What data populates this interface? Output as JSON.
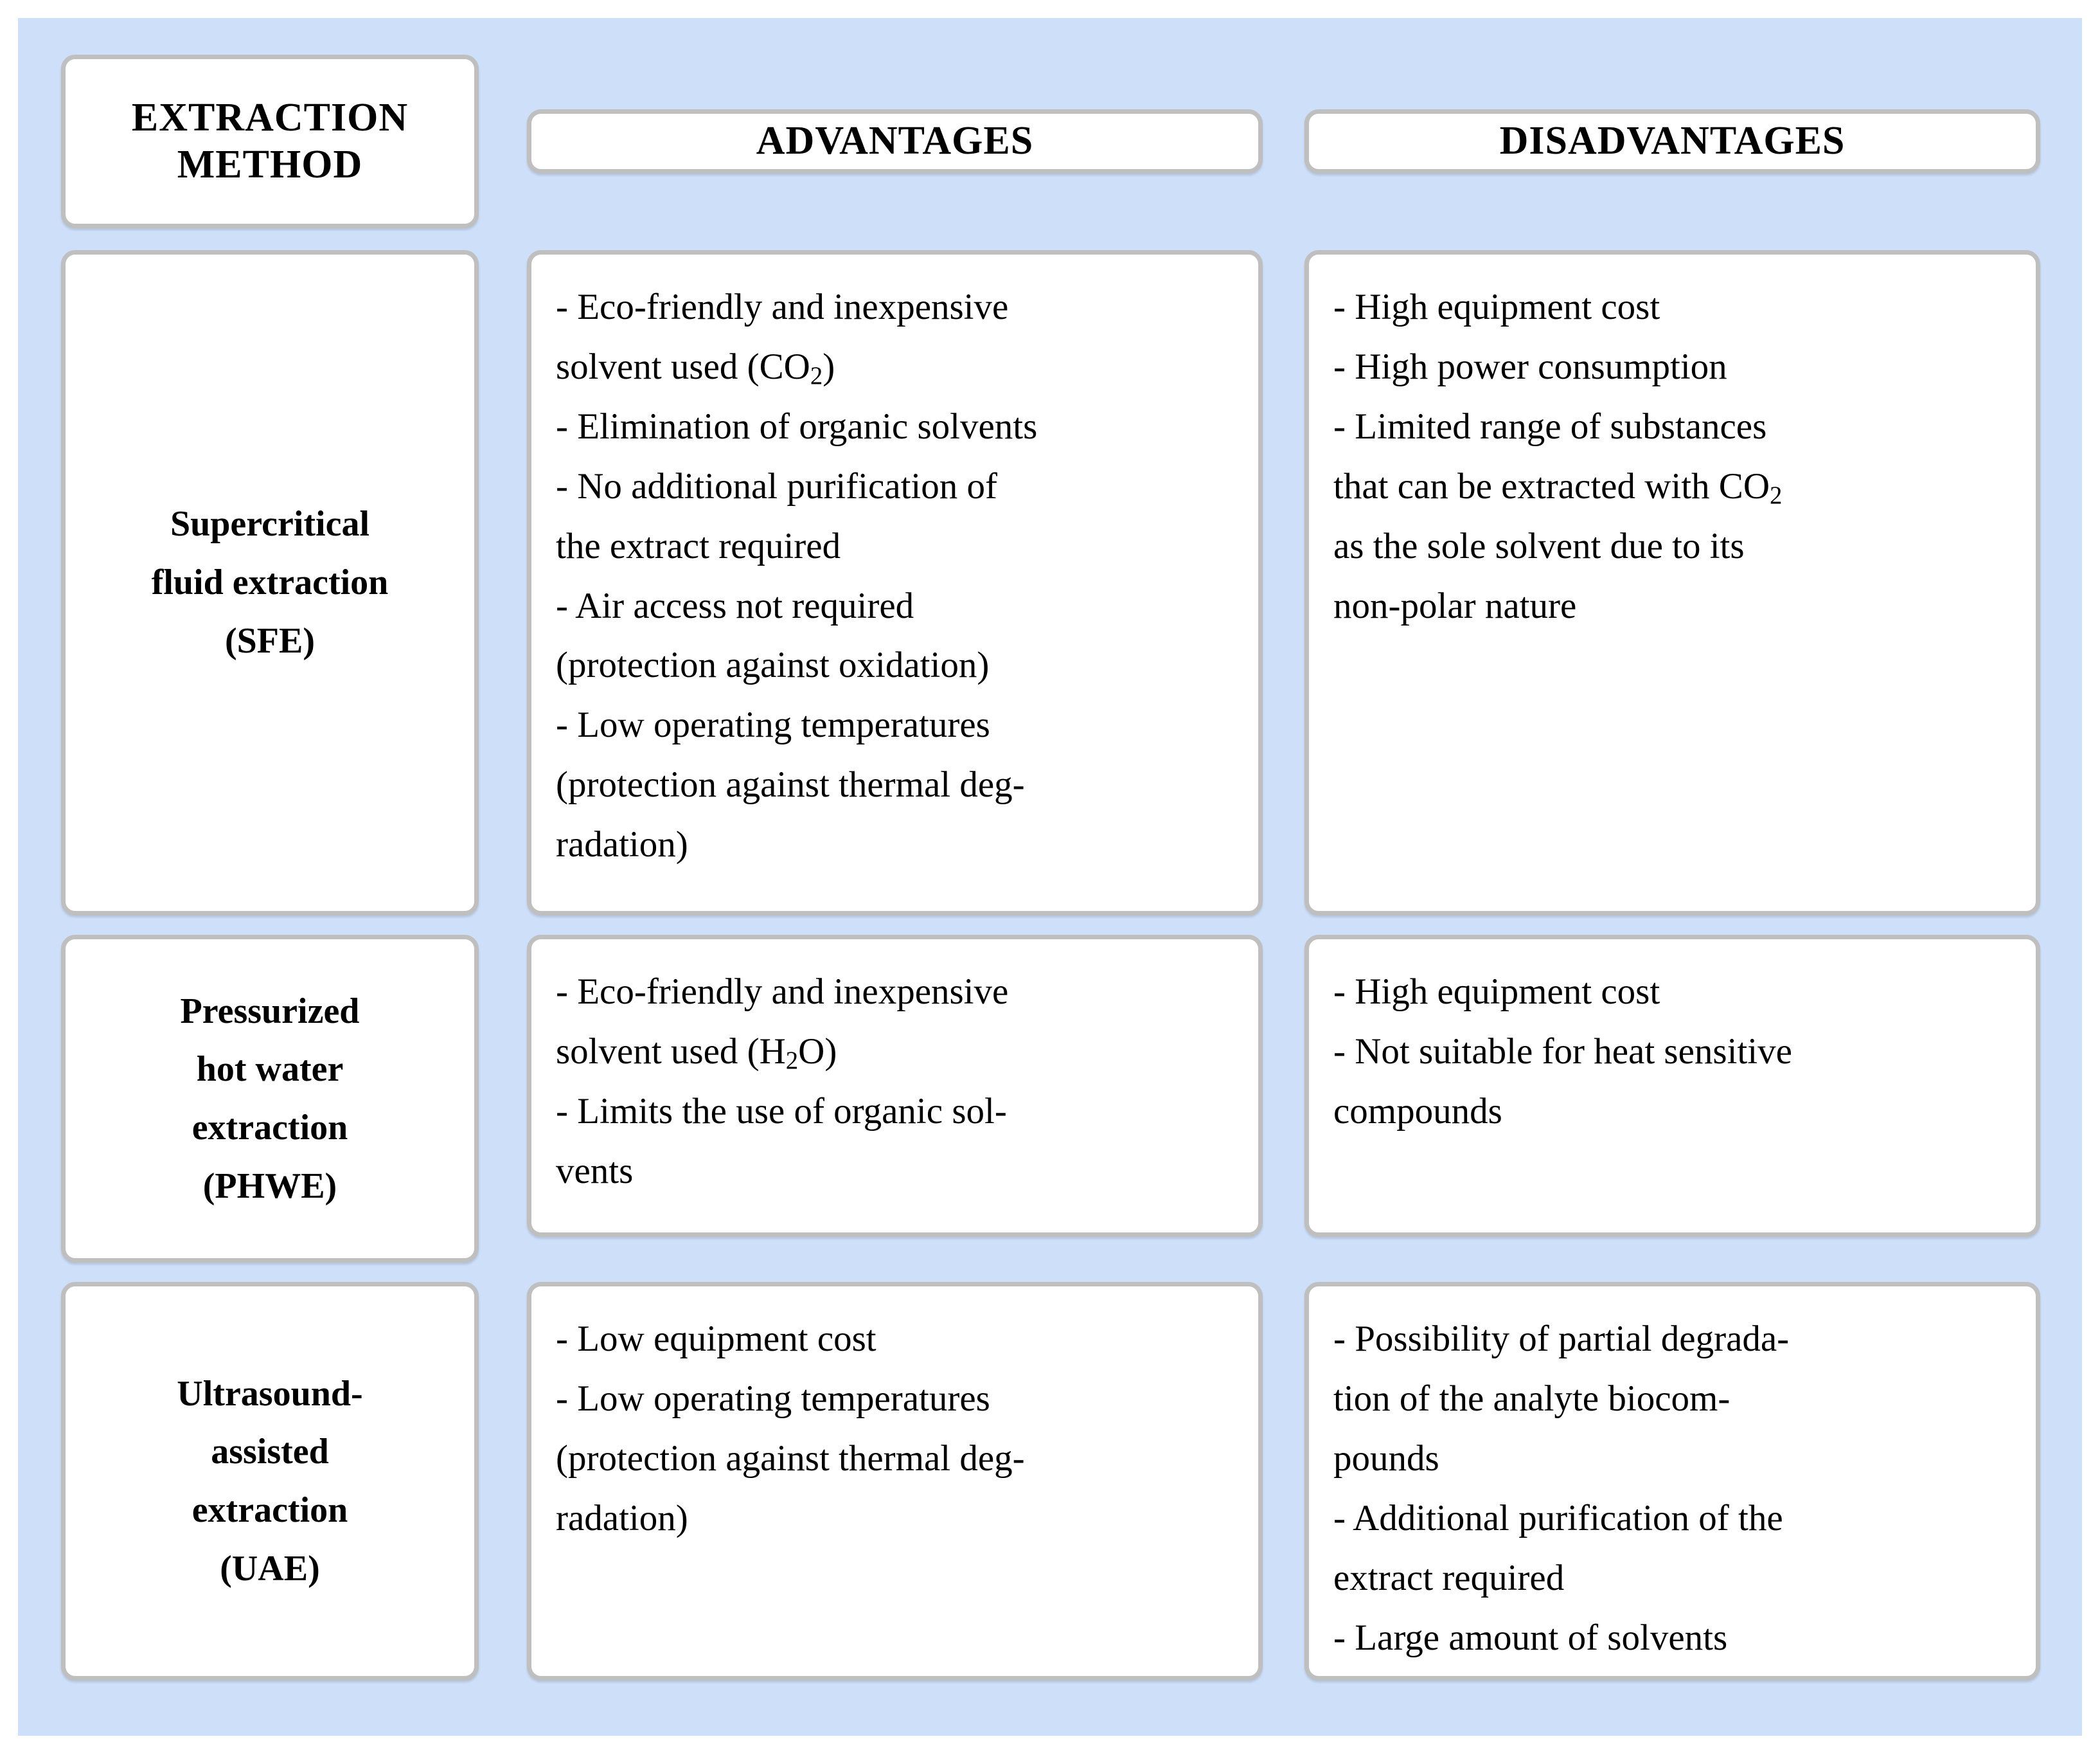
{
  "theme": {
    "panel_background": "#cddff9",
    "card_background": "#ffffff",
    "card_border": "#bfbfbf",
    "text_color": "#000000"
  },
  "table": {
    "headers": {
      "method": "EXTRACTION\nMETHOD",
      "advantages": "ADVANTAGES",
      "disadvantages": "DISADVANTAGES"
    },
    "rows": [
      {
        "method": "Supercritical\nfluid extraction\n(SFE)",
        "advantages_lines": [
          "- Eco-friendly and inexpensive",
          "solvent used (CO₂)",
          "- Elimination of organic solvents",
          "- No additional purification of",
          "the extract required",
          "- Air access not required",
          "(protection against oxidation)",
          "- Low operating temperatures",
          "(protection against thermal deg-",
          "radation)"
        ],
        "disadvantages_lines": [
          "- High equipment cost",
          "- High power consumption",
          "- Limited range of substances",
          "that can be extracted with CO₂",
          "as the sole solvent due to its",
          "non-polar nature"
        ]
      },
      {
        "method": "Pressurized\nhot water\nextraction\n(PHWE)",
        "advantages_lines": [
          "- Eco-friendly and inexpensive",
          "solvent used (H₂O)",
          "- Limits the use of organic sol-",
          "vents"
        ],
        "disadvantages_lines": [
          "- High equipment cost",
          "- Not suitable for heat sensitive",
          "compounds"
        ]
      },
      {
        "method": "Ultrasound-\nassisted\nextraction\n(UAE)",
        "advantages_lines": [
          "- Low equipment cost",
          "- Low operating temperatures",
          "(protection against thermal deg-",
          "radation)"
        ],
        "disadvantages_lines": [
          "- Possibility of partial degrada-",
          "tion of the analyte biocom-",
          "pounds",
          "- Additional purification of the",
          "extract required",
          "- Large amount of solvents"
        ]
      }
    ]
  }
}
